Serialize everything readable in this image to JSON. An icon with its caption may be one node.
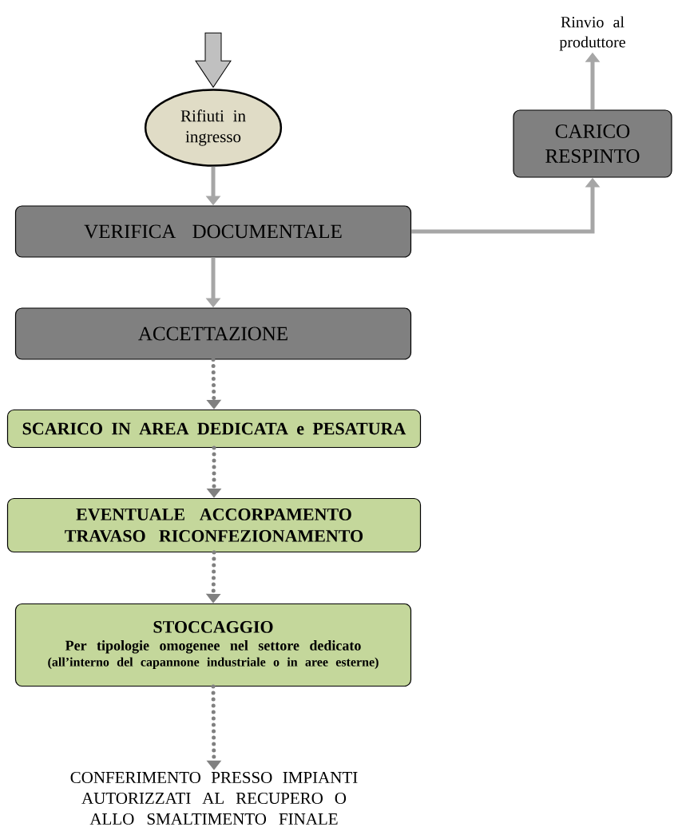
{
  "diagram": {
    "nodes": [
      {
        "text": [
          "Rifiuti in ingresso"
        ]
      },
      {
        "text": [
          "VERIFICA DOCUMENTALE"
        ]
      },
      {
        "text": [
          "CARICO RESPINTO"
        ]
      },
      {
        "text": [
          "Rinvio al produttore"
        ]
      },
      {
        "text": [
          "ACCETTAZIONE"
        ]
      },
      {
        "text": [
          "SCARICO IN AREA DEDICATA e PESATURA"
        ]
      },
      {
        "text": [
          "EVENTUALE ACCORPAMENTO TRAVASO RICONFEZIONAMENTO"
        ]
      },
      {
        "text": [
          "STOCCAGGIO",
          "Per tipologie omogenee nel settore dedicato",
          "(all’interno del capannone industriale o in aree esterne)"
        ]
      },
      {
        "text": [
          "CONFERIMENTO PRESSO IMPIANTI AUTORIZZATI AL RECUPERO O ALLO SMALTIMENTO FINALE"
        ]
      }
    ],
    "edges": [
      {
        "from": null,
        "to": 0,
        "arrow": "to"
      },
      {
        "from": 0,
        "to": 1,
        "arrow": "to"
      },
      {
        "from": 1,
        "to": 2,
        "arrow": "to"
      },
      {
        "from": 2,
        "to": 3,
        "arrow": "to"
      },
      {
        "from": 1,
        "to": 4,
        "arrow": "to"
      },
      {
        "from": 4,
        "to": 5,
        "arrow": "to",
        "style": "dashed",
        "color": "#808080"
      },
      {
        "from": 5,
        "to": 6,
        "arrow": "to",
        "style": "dashed",
        "color": "#808080"
      },
      {
        "from": 6,
        "to": 7,
        "arrow": "to",
        "style": "dashed",
        "color": "#808080"
      },
      {
        "from": 7,
        "to": 8,
        "arrow": "to",
        "style": "dashed",
        "color": "#808080"
      }
    ]
  }
}
